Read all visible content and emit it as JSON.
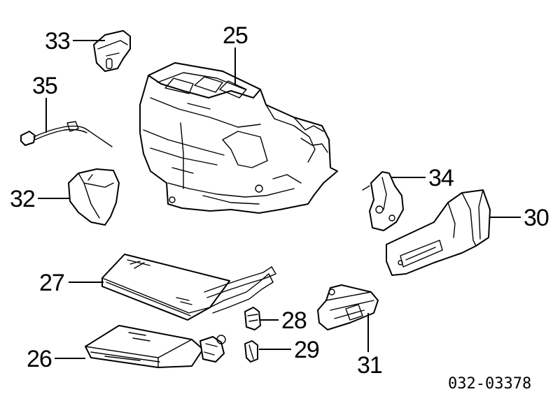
{
  "callouts": {
    "c25": "25",
    "c26": "26",
    "c27": "27",
    "c28": "28",
    "c29": "29",
    "c30": "30",
    "c31": "31",
    "c32": "32",
    "c33": "33",
    "c34": "34",
    "c35": "35"
  },
  "document_number": "032-03378"
}
